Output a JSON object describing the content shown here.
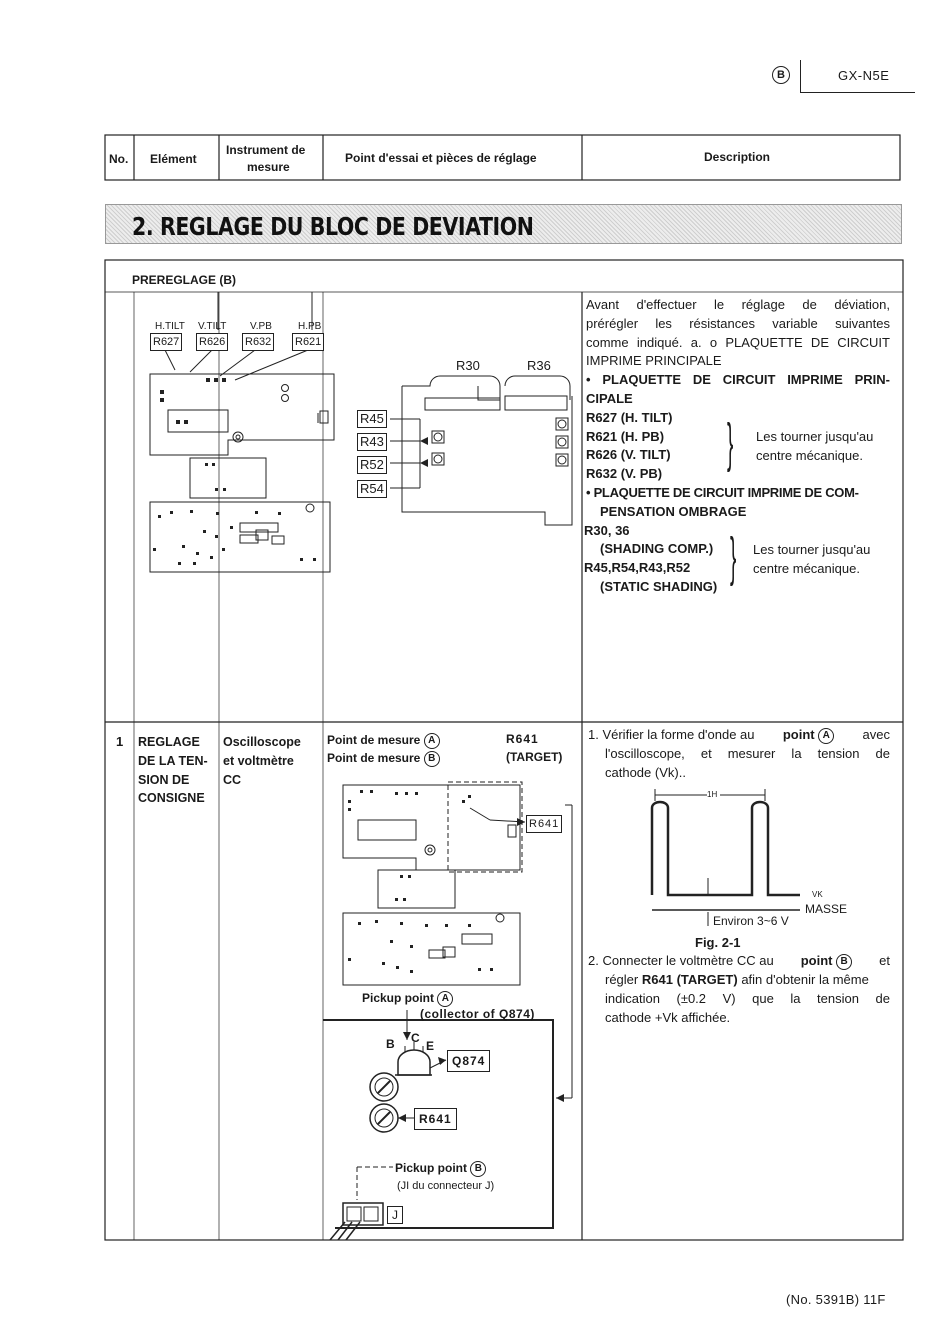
{
  "header": {
    "section_letter": "B",
    "model": "GX-N5E"
  },
  "table_header": {
    "col_no": "No.",
    "col_element": "Elément",
    "col_instrument_1": "Instrument de",
    "col_instrument_2": "mesure",
    "col_test_point": "Point d'essai et pièces de réglage",
    "col_description": "Description"
  },
  "section_title": "2. REGLAGE DU BLOC DE DEVIATION",
  "preset": {
    "heading": "PREREGLAGE (B)",
    "diagram_labels": {
      "htilt": "H.TILT",
      "vtilt": "V.TILT",
      "vpb": "V.PB",
      "hpb": "H.PB",
      "r627": "R627",
      "r626": "R626",
      "r632": "R632",
      "r621": "R621",
      "r30": "R30",
      "r36": "R36",
      "r45": "R45",
      "r43": "R43",
      "r52": "R52",
      "r54": "R54"
    },
    "desc_lines": [
      "Avant d'effectuer le réglage de déviation,",
      "prérégler les résistances variable suivantes",
      "comme indiqué. a. o PLAQUETTE DE CIRCUIT",
      "IMPRIME PRINCIPALE"
    ],
    "main_pcb_1": "• PLAQUETTE DE CIRCUIT IMPRIME PRIN-",
    "main_pcb_2": "CIPALE",
    "r627_label": "R627 (H. TILT)",
    "r621_label": "R621 (H. PB)",
    "r626_label": "R626 (V. TILT)",
    "r632_label": "R632 (V. PB)",
    "turn_center_1a": "Les tourner jusqu'au",
    "turn_center_1b": "centre mécanique.",
    "comp_pcb_1": "• PLAQUETTE DE CIRCUIT IMPRIME DE COM-",
    "comp_pcb_2": "PENSATION OMBRAGE",
    "r30_36": "R30, 36",
    "shading_comp": "(SHADING COMP.)",
    "r45_group": "R45,R54,R43,R52",
    "static_shading": "(STATIC SHADING)",
    "turn_center_2a": "Les tourner jusqu'au",
    "turn_center_2b": "centre mécanique."
  },
  "step1": {
    "no": "1",
    "element_lines": [
      "REGLAGE",
      "DE LA TEN-",
      "SION DE",
      "CONSIGNE"
    ],
    "instrument_lines": [
      "Oscilloscope",
      "et voltmètre",
      "CC"
    ],
    "point_a_label": "Point de mesure",
    "point_b_label": "Point de mesure",
    "letter_a": "A",
    "letter_b": "B",
    "r641": "R641",
    "target": "(TARGET)",
    "r641_box": "R641",
    "pickup_a": "Pickup point",
    "collector": "(collector of Q874)",
    "bce_b": "B",
    "bce_c": "C",
    "bce_e": "E",
    "q874": "Q874",
    "r641_box2": "R641",
    "pickup_b": "Pickup point",
    "ji_connector": "(JI du connecteur J)",
    "j_box": "J",
    "desc1_a": "1. Vérifier la forme d'onde au",
    "desc1_point": "point",
    "desc1_b": "avec",
    "desc1_line2": "l'oscilloscope, et mesurer la tension de",
    "desc1_line3": "cathode (Vk)..",
    "wave_1h": "1H",
    "wave_vk": "VK",
    "wave_masse": "MASSE",
    "wave_environ": "Environ 3~6 V",
    "fig": "Fig. 2-1",
    "desc2_a": "2. Connecter le voltmètre CC au",
    "desc2_point": "point",
    "desc2_b": "et",
    "desc2_line2a": "régler",
    "desc2_line2b": "R641 (TARGET)",
    "desc2_line2c": "afin d'obtenir la même",
    "desc2_line3": "indication (±0.2 V) que la tension de",
    "desc2_line4": "cathode +Vk affichée."
  },
  "footer": "(No. 5391B) 11F"
}
